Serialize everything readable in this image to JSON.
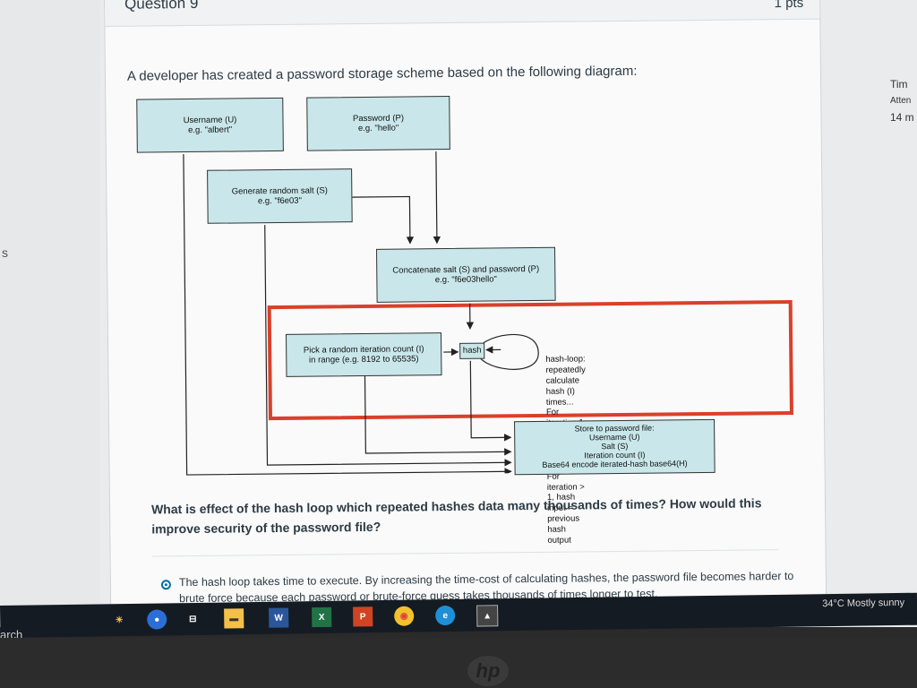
{
  "question": {
    "title": "Question 9",
    "points": "1 pts",
    "intro": "A developer has created a password storage scheme based on the following diagram:",
    "prompt": "What is effect of the hash loop which repeated hashes data many thousands of times? How would this improve security of the password file?",
    "selected_answer": "The hash loop takes time to execute. By increasing the time-cost of calculating hashes, the password file becomes harder to brute force because each password or brute-force guess takes thousands of times longer to test."
  },
  "diagram": {
    "username_title": "Username (U)",
    "username_example": "e.g. \"albert\"",
    "password_title": "Password (P)",
    "password_example": "e.g. \"hello\"",
    "salt_title": "Generate random salt (S)",
    "salt_example": "e.g. \"f6e03\"",
    "concat_title": "Concatenate salt (S) and password (P)",
    "concat_example": "e.g. \"f6e03hello\"",
    "iter_line1": "Pick a random iteration count (I)",
    "iter_line2": "in range (e.g. 8192 to 65535)",
    "hash_label": "hash",
    "loop_note": [
      "hash-loop:",
      "repeatedly calculate hash (I) times...",
      "For iteration 1, hash input=Salt & Password",
      "For iteration > 1, hash input = previous hash output"
    ],
    "store_lines": [
      "Store to password file:",
      "Username (U)",
      "Salt (S)",
      "Iteration count (I)",
      "Base64 encode iterated-hash base64(H)"
    ],
    "highlight_color": "#d9402b",
    "box_color": "#c9e7ea"
  },
  "sidebar": {
    "time_label": "Tim",
    "attempt_label": "Atten",
    "minutes": "14 m"
  },
  "edge_labels": {
    "left_s": "s",
    "search": "arch"
  },
  "taskbar": {
    "weather": "34°C  Mostly sunny",
    "icons": [
      "sun-icon",
      "folder-icon",
      "file-explorer-icon",
      "task-view-icon",
      "word-icon",
      "excel-icon",
      "powerpoint-icon",
      "chrome-icon",
      "edge-icon",
      "photos-icon"
    ]
  },
  "brand": "hp"
}
